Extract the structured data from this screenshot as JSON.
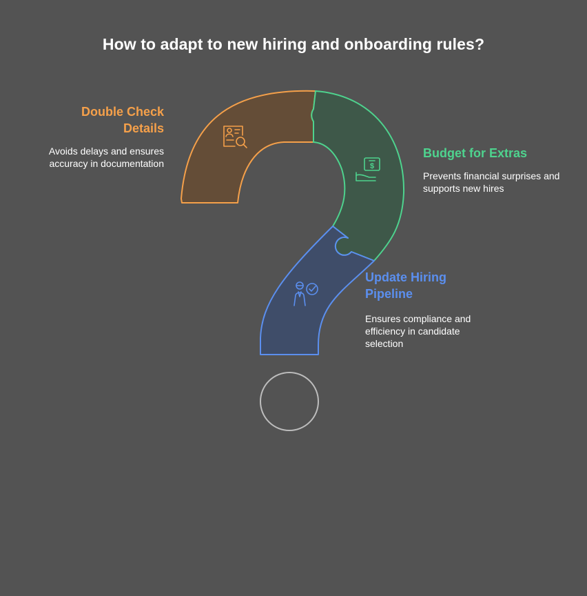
{
  "title": "How to adapt to new hiring and onboarding rules?",
  "items": [
    {
      "label": "Double Check Details",
      "description": "Avoids delays and ensures accuracy in documentation",
      "color": "#f5a04a",
      "icon": "document-search-icon"
    },
    {
      "label": "Budget for Extras",
      "description": "Prevents financial surprises and supports new hires",
      "color": "#4ed38e",
      "icon": "money-hand-icon"
    },
    {
      "label": "Update Hiring Pipeline",
      "description": "Ensures compliance and efficiency in candidate selection",
      "color": "#5b8fef",
      "icon": "person-check-icon"
    }
  ]
}
